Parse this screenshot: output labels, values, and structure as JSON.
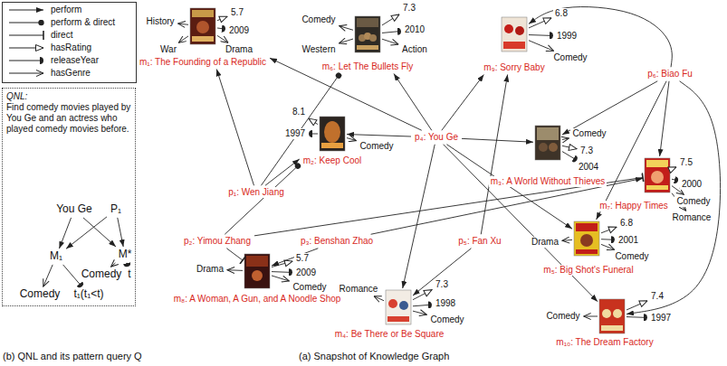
{
  "diagram": {
    "nodes": [
      {
        "text": [
          "QNL:",
          "Find comedy movies played by You Ge and an actress who played comedy movies before."
        ]
      },
      {
        "text": [
          "You Ge"
        ],
        "in": 0
      },
      {
        "text": [
          "P₁"
        ],
        "in": 0
      },
      {
        "text": [
          "M₁"
        ],
        "in": 0
      },
      {
        "text": [
          "M*"
        ],
        "in": 0
      },
      {
        "text": [
          "Comedy"
        ],
        "in": 0
      },
      {
        "text": [
          "t₁(t₁<t)"
        ],
        "in": 0
      },
      {
        "text": [
          "Comedy"
        ],
        "in": 0
      },
      {
        "text": [
          "t"
        ],
        "in": 0
      },
      {
        "text": [
          "m₁: The Founding of a Republic"
        ]
      },
      {
        "text": [
          "History"
        ]
      },
      {
        "text": [
          "War"
        ]
      },
      {
        "text": [
          "5.7"
        ]
      },
      {
        "text": [
          "2009"
        ]
      },
      {
        "text": [
          "Drama"
        ]
      },
      {
        "text": [
          "m₆: Let The Bullets Fly"
        ]
      },
      {
        "text": [
          "Comedy"
        ]
      },
      {
        "text": [
          "Western"
        ]
      },
      {
        "text": [
          "7.3"
        ]
      },
      {
        "text": [
          "2010"
        ]
      },
      {
        "text": [
          "Action"
        ]
      },
      {
        "text": [
          "m₉: Sorry Baby"
        ]
      },
      {
        "text": [
          "6.8"
        ]
      },
      {
        "text": [
          "1999"
        ]
      },
      {
        "text": [
          "Comedy"
        ]
      },
      {
        "text": [
          "p₆: Biao Fu"
        ]
      },
      {
        "text": [
          "m₂: Keep Cool"
        ]
      },
      {
        "text": [
          "8.1"
        ]
      },
      {
        "text": [
          "1997"
        ]
      },
      {
        "text": [
          "Comedy"
        ]
      },
      {
        "text": [
          "p₄: You Ge"
        ]
      },
      {
        "text": [
          "m₃: A World Without Thieves"
        ]
      },
      {
        "text": [
          "Comedy"
        ]
      },
      {
        "text": [
          "7.3"
        ]
      },
      {
        "text": [
          "2004"
        ]
      },
      {
        "text": [
          "m₇: Happy Times"
        ]
      },
      {
        "text": [
          "7.5"
        ]
      },
      {
        "text": [
          "2000"
        ]
      },
      {
        "text": [
          "Comedy"
        ]
      },
      {
        "text": [
          "Romance"
        ]
      },
      {
        "text": [
          "p₁: Wen Jiang"
        ]
      },
      {
        "text": [
          "p₂: Yimou Zhang"
        ]
      },
      {
        "text": [
          "p₃: Benshan Zhao"
        ]
      },
      {
        "text": [
          "p₅: Fan Xu"
        ]
      },
      {
        "text": [
          "m₅: Big Shot's Funeral"
        ]
      },
      {
        "text": [
          "6.8"
        ]
      },
      {
        "text": [
          "2001"
        ]
      },
      {
        "text": [
          "Comedy"
        ]
      },
      {
        "text": [
          "Drama"
        ]
      },
      {
        "text": [
          "m₈: A Woman, A Gun, and A Noodle Shop"
        ]
      },
      {
        "text": [
          "Drama"
        ]
      },
      {
        "text": [
          "5.7"
        ]
      },
      {
        "text": [
          "2009"
        ]
      },
      {
        "text": [
          "Comedy"
        ]
      },
      {
        "text": [
          "m₄: Be There or Be Square"
        ]
      },
      {
        "text": [
          "7.3"
        ]
      },
      {
        "text": [
          "1998"
        ]
      },
      {
        "text": [
          "Comedy"
        ]
      },
      {
        "text": [
          "Romance"
        ]
      },
      {
        "text": [
          "m₁₀: The Dream Factory"
        ]
      },
      {
        "text": [
          "7.4"
        ]
      },
      {
        "text": [
          "1997"
        ]
      },
      {
        "text": [
          "Comedy"
        ]
      }
    ],
    "edges": [
      {
        "from": 1,
        "to": 3,
        "arrow": "to"
      },
      {
        "from": 1,
        "to": 4,
        "arrow": "to"
      },
      {
        "from": 2,
        "to": 3,
        "arrow": "to"
      },
      {
        "from": 2,
        "to": 4,
        "arrow": "to"
      },
      {
        "from": 3,
        "to": 5,
        "arrow": "to"
      },
      {
        "from": 3,
        "to": 6,
        "arrow": "to"
      },
      {
        "from": 4,
        "to": 7,
        "arrow": "to"
      },
      {
        "from": 4,
        "to": 8,
        "arrow": "to"
      },
      {
        "from": 9,
        "to": 10,
        "arrow": "to"
      },
      {
        "from": 9,
        "to": 11,
        "arrow": "to"
      },
      {
        "from": 9,
        "to": 12,
        "arrow": "to"
      },
      {
        "from": 9,
        "to": 13,
        "arrow": "to"
      },
      {
        "from": 9,
        "to": 14,
        "arrow": "to"
      },
      {
        "from": 15,
        "to": 16,
        "arrow": "to"
      },
      {
        "from": 15,
        "to": 17,
        "arrow": "to"
      },
      {
        "from": 15,
        "to": 18,
        "arrow": "to"
      },
      {
        "from": 15,
        "to": 19,
        "arrow": "to"
      },
      {
        "from": 15,
        "to": 20,
        "arrow": "to"
      },
      {
        "from": 21,
        "to": 22,
        "arrow": "to"
      },
      {
        "from": 21,
        "to": 23,
        "arrow": "to"
      },
      {
        "from": 21,
        "to": 24,
        "arrow": "to"
      },
      {
        "from": 26,
        "to": 27,
        "arrow": "to"
      },
      {
        "from": 26,
        "to": 28,
        "arrow": "to"
      },
      {
        "from": 26,
        "to": 29,
        "arrow": "to"
      },
      {
        "from": 31,
        "to": 32,
        "arrow": "to"
      },
      {
        "from": 31,
        "to": 33,
        "arrow": "to"
      },
      {
        "from": 31,
        "to": 34,
        "arrow": "to"
      },
      {
        "from": 35,
        "to": 36,
        "arrow": "to"
      },
      {
        "from": 35,
        "to": 37,
        "arrow": "to"
      },
      {
        "from": 35,
        "to": 38,
        "arrow": "to"
      },
      {
        "from": 35,
        "to": 39,
        "arrow": "to"
      },
      {
        "from": 44,
        "to": 45,
        "arrow": "to"
      },
      {
        "from": 44,
        "to": 46,
        "arrow": "to"
      },
      {
        "from": 44,
        "to": 47,
        "arrow": "to"
      },
      {
        "from": 44,
        "to": 48,
        "arrow": "to"
      },
      {
        "from": 49,
        "to": 50,
        "arrow": "to"
      },
      {
        "from": 49,
        "to": 51,
        "arrow": "to"
      },
      {
        "from": 49,
        "to": 52,
        "arrow": "to"
      },
      {
        "from": 49,
        "to": 53,
        "arrow": "to"
      },
      {
        "from": 54,
        "to": 55,
        "arrow": "to"
      },
      {
        "from": 54,
        "to": 56,
        "arrow": "to"
      },
      {
        "from": 54,
        "to": 57,
        "arrow": "to"
      },
      {
        "from": 54,
        "to": 58,
        "arrow": "to"
      },
      {
        "from": 59,
        "to": 60,
        "arrow": "to"
      },
      {
        "from": 59,
        "to": 61,
        "arrow": "to"
      },
      {
        "from": 59,
        "to": 62,
        "arrow": "to"
      },
      {
        "from": 40,
        "to": 9,
        "arrow": "to"
      },
      {
        "from": 40,
        "to": 26,
        "arrow": "to"
      },
      {
        "from": 40,
        "to": 15,
        "arrow": "to"
      },
      {
        "from": 30,
        "to": 9,
        "arrow": "to"
      },
      {
        "from": 30,
        "to": 15,
        "arrow": "to"
      },
      {
        "from": 30,
        "to": 21,
        "arrow": "to"
      },
      {
        "from": 30,
        "to": 26,
        "arrow": "to"
      },
      {
        "from": 30,
        "to": 31,
        "arrow": "to"
      },
      {
        "from": 30,
        "to": 54,
        "arrow": "to"
      },
      {
        "from": 30,
        "to": 44,
        "arrow": "to"
      },
      {
        "from": 30,
        "to": 59,
        "arrow": "to"
      },
      {
        "from": 25,
        "to": 21,
        "arrow": "to"
      },
      {
        "from": 25,
        "to": 31,
        "arrow": "to"
      },
      {
        "from": 25,
        "to": 35,
        "arrow": "to"
      },
      {
        "from": 25,
        "to": 44,
        "arrow": "to"
      },
      {
        "from": 25,
        "to": 59,
        "arrow": "to"
      },
      {
        "from": 41,
        "to": 26,
        "arrow": "to"
      },
      {
        "from": 41,
        "to": 35,
        "arrow": "to"
      },
      {
        "from": 41,
        "to": 49,
        "arrow": "to"
      },
      {
        "from": 42,
        "to": 35,
        "arrow": "to"
      },
      {
        "from": 42,
        "to": 49,
        "arrow": "to"
      },
      {
        "from": 43,
        "to": 21,
        "arrow": "to"
      },
      {
        "from": 43,
        "to": 54,
        "arrow": "to"
      }
    ],
    "labels": [
      "(b) QNL and its pattern query Q",
      "(a) Snapshot of Knowledge Graph"
    ],
    "legend": [
      {
        "text": "perform"
      },
      {
        "text": "perform & direct"
      },
      {
        "text": "direct"
      },
      {
        "text": "hasRating"
      },
      {
        "text": "releaseYear"
      },
      {
        "text": "hasGenre"
      }
    ]
  }
}
